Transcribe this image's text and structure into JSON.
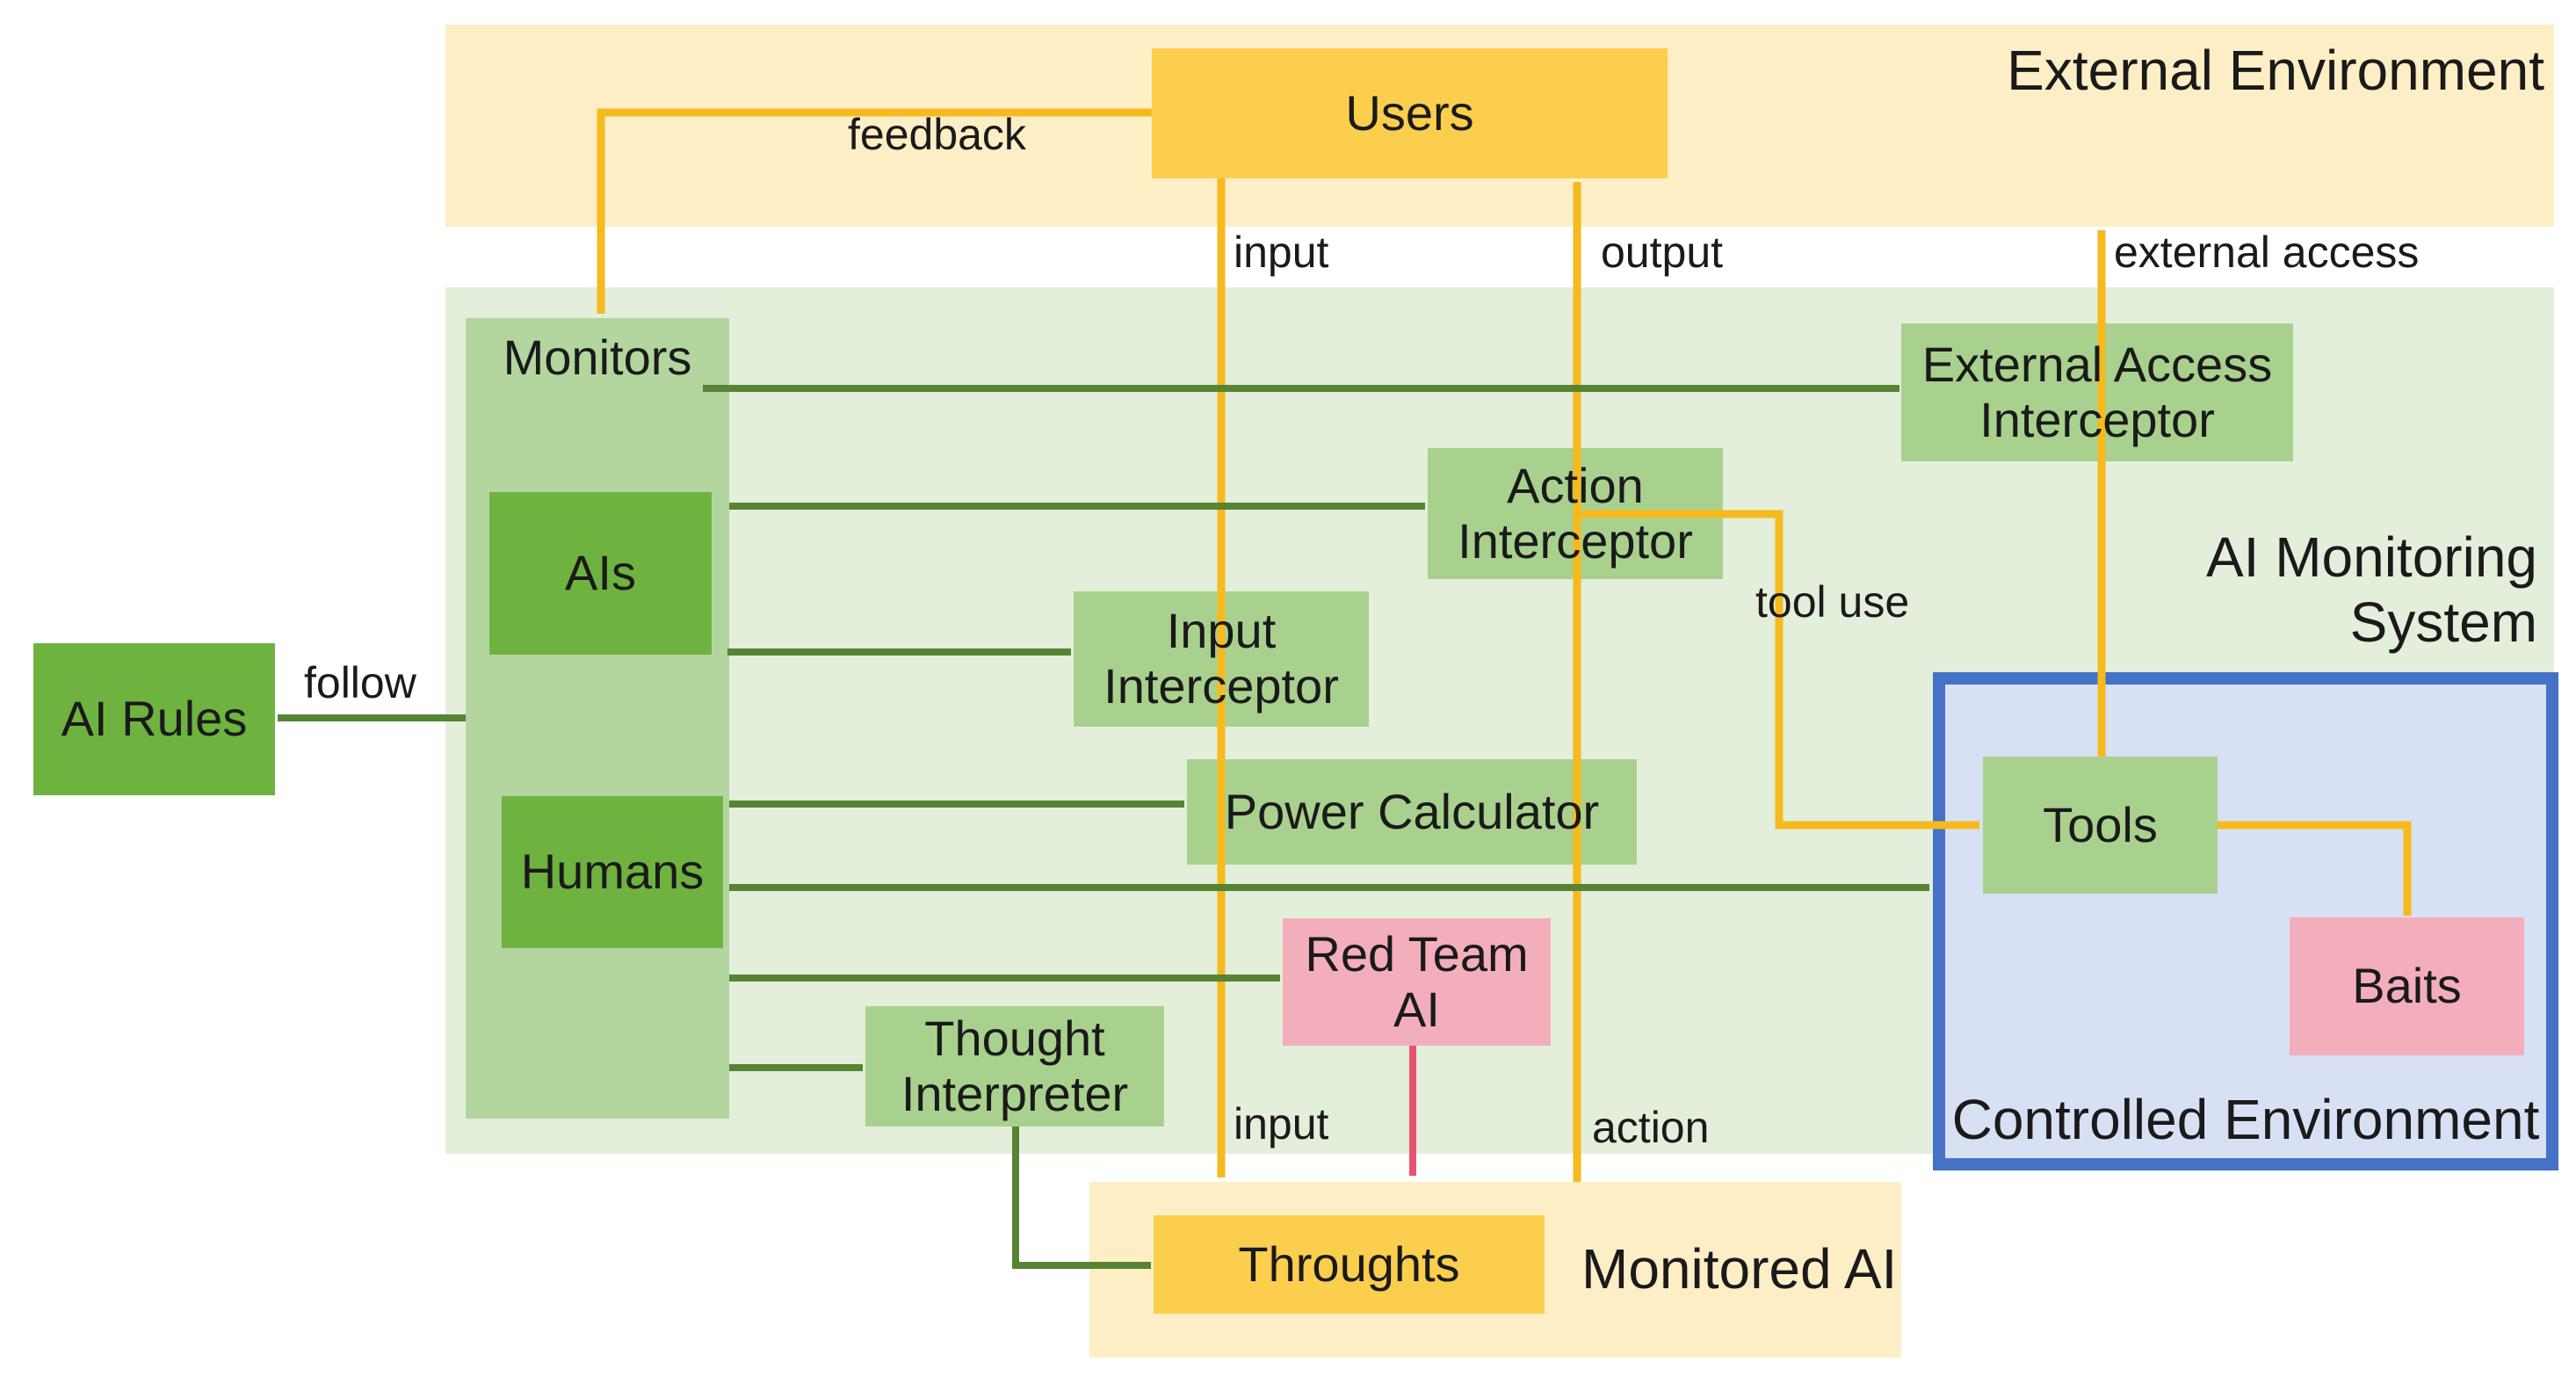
{
  "colors": {
    "band_cream": "#fdeec5",
    "gold_box": "#fbce4d",
    "region_green": "#e3efda",
    "container_green": "#b2d69e",
    "box_green": "#a9d18e",
    "dark_green": "#6eb33f",
    "pink_box": "#f3aebb",
    "blue_fill": "#d8e1f3",
    "blue_border": "#4472c4",
    "arrow_yellow": "#f5ba1e",
    "arrow_green": "#568434",
    "arrow_pink": "#e8536f",
    "text": "#1a1a1a"
  },
  "regions": {
    "external_environment": {
      "label": "External Environment"
    },
    "ai_monitoring_system": {
      "label": "AI Monitoring\nSystem"
    },
    "controlled_environment": {
      "label": "Controlled Environment"
    },
    "monitored_ai": {
      "label": "Monitored AI"
    }
  },
  "nodes": {
    "users": "Users",
    "monitors": "Monitors",
    "ais": "AIs",
    "humans": "Humans",
    "ai_rules": "AI Rules",
    "input_interceptor": "Input\nInterceptor",
    "action_interceptor": "Action\nInterceptor",
    "external_access_interceptor": "External Access\nInterceptor",
    "power_calculator": "Power Calculator",
    "thought_interpreter": "Thought\nInterpreter",
    "red_team_ai": "Red Team\nAI",
    "tools": "Tools",
    "baits": "Baits",
    "throughts": "Throughts"
  },
  "edge_labels": {
    "feedback": "feedback",
    "input_top": "input",
    "output": "output",
    "external_access": "external access",
    "tool_use": "tool use",
    "follow": "follow",
    "input_bottom": "input",
    "action": "action"
  }
}
